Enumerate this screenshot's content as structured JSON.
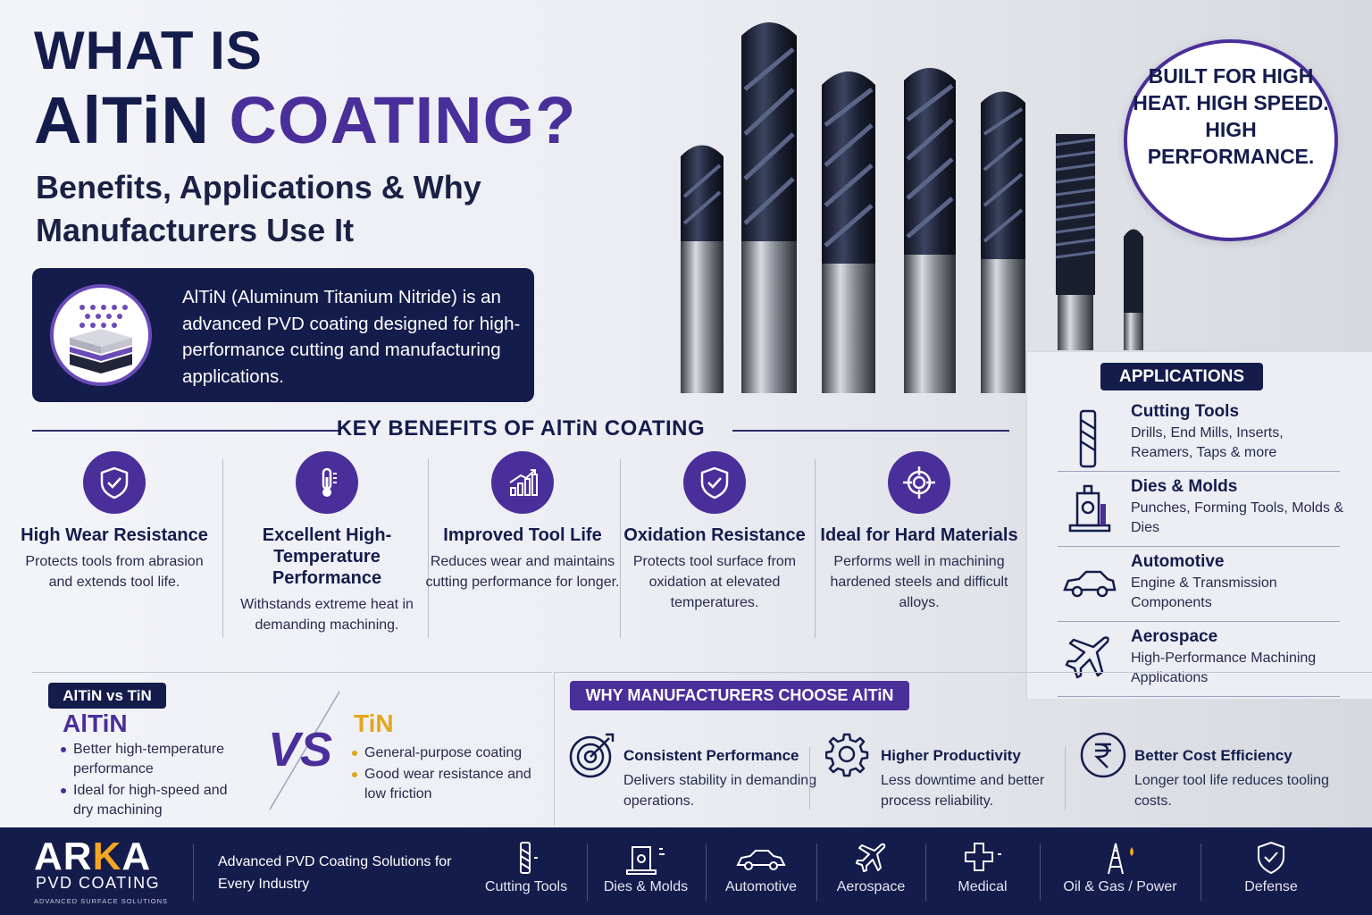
{
  "header": {
    "title_line1": "WHAT IS",
    "title_line2_a": "AlTiN",
    "title_line2_b": "COATING?",
    "subtitle": "Benefits, Applications & Why Manufacturers Use It"
  },
  "intro": {
    "text": "AlTiN (Aluminum Titanium Nitride) is an advanced PVD coating designed for high-performance cutting and manufacturing applications."
  },
  "badge": {
    "text": "BUILT FOR HIGH HEAT. HIGH SPEED. HIGH PERFORMANCE."
  },
  "key_benefits": {
    "title": "KEY BENEFITS OF AlTiN COATING",
    "items": [
      {
        "title": "High Wear Resistance",
        "desc": "Protects tools from abrasion and extends tool life.",
        "icon": "shield-check-icon"
      },
      {
        "title": "Excellent High-Temperature Performance",
        "desc": "Withstands extreme heat in demanding machining.",
        "icon": "thermometer-icon"
      },
      {
        "title": "Improved Tool Life",
        "desc": "Reduces wear and maintains cutting performance for longer.",
        "icon": "growth-chart-icon"
      },
      {
        "title": "Oxidation Resistance",
        "desc": "Protects tool surface from oxidation at elevated temperatures.",
        "icon": "shield-check-icon"
      },
      {
        "title": "Ideal for Hard Materials",
        "desc": "Performs well in machining hardened steels and difficult alloys.",
        "icon": "target-icon"
      }
    ]
  },
  "applications": {
    "title": "APPLICATIONS",
    "items": [
      {
        "title": "Cutting Tools",
        "desc": "Drills, End Mills, Inserts, Reamers, Taps & more",
        "icon": "drill-bit-icon"
      },
      {
        "title": "Dies & Molds",
        "desc": "Punches, Forming Tools, Molds & Dies",
        "icon": "press-icon"
      },
      {
        "title": "Automotive",
        "desc": "Engine & Transmission Components",
        "icon": "car-icon"
      },
      {
        "title": "Aerospace",
        "desc": "High-Performance Machining Applications",
        "icon": "airplane-icon"
      }
    ]
  },
  "comparison": {
    "tag": "AlTiN vs TiN",
    "left_title": "AlTiN",
    "left_points": [
      "Better high-temperature performance",
      "Ideal for high-speed and dry machining"
    ],
    "vs": "VS",
    "right_title": "TiN",
    "right_points": [
      "General-purpose coating",
      "Good wear resistance and low friction"
    ]
  },
  "why": {
    "title": "WHY MANUFACTURERS CHOOSE AlTiN",
    "items": [
      {
        "title": "Consistent Performance",
        "desc": "Delivers stability in demanding operations.",
        "icon": "target-arrow-icon"
      },
      {
        "title": "Higher Productivity",
        "desc": "Less downtime and better process reliability.",
        "icon": "gear-icon"
      },
      {
        "title": "Better Cost Efficiency",
        "desc": "Longer tool life reduces tooling costs.",
        "icon": "rupee-icon"
      }
    ]
  },
  "footer": {
    "logo_a": "AR",
    "logo_b": "K",
    "logo_c": "A",
    "logo_sub": "PVD COATING",
    "logo_tag": "ADVANCED SURFACE SOLUTIONS",
    "tagline": "Advanced PVD Coating Solutions for Every Industry",
    "industries": [
      {
        "label": "Cutting Tools",
        "icon": "drill-bit-icon"
      },
      {
        "label": "Dies & Molds",
        "icon": "press-icon"
      },
      {
        "label": "Automotive",
        "icon": "car-icon"
      },
      {
        "label": "Aerospace",
        "icon": "airplane-icon"
      },
      {
        "label": "Medical",
        "icon": "medical-cross-icon"
      },
      {
        "label": "Oil & Gas / Power",
        "icon": "oil-rig-icon"
      },
      {
        "label": "Defense",
        "icon": "shield-check-icon"
      }
    ]
  },
  "colors": {
    "navy": "#141c4c",
    "purple": "#4a2e9a",
    "gold": "#e3a51a"
  }
}
